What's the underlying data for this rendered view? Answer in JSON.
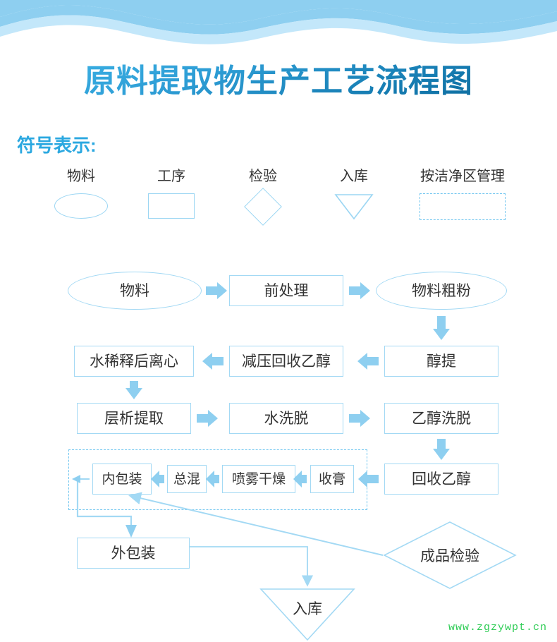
{
  "page": {
    "title": "原料提取物生产工艺流程图",
    "legend_heading": "符号表示:",
    "watermark": "www.zgzywpt.cn",
    "background": "#ffffff"
  },
  "colors": {
    "wave_dark": "#8ecff0",
    "wave_light": "#c3e7fa",
    "title_gradient_from": "#3fb6e8",
    "title_gradient_to": "#0d6593",
    "legend_heading": "#2ba8e0",
    "shape_stroke": "#a3d9f4",
    "dashed_stroke": "#6fc5ef",
    "arrow_fill": "#8ecff0",
    "connector_line": "#a3d9f4",
    "node_text": "#333333",
    "watermark": "#2ecc55"
  },
  "legend": {
    "items": [
      {
        "label": "物料",
        "shape": "ellipse",
        "icon": "ellipse-icon"
      },
      {
        "label": "工序",
        "shape": "rectangle",
        "icon": "rectangle-icon"
      },
      {
        "label": "检验",
        "shape": "diamond",
        "icon": "diamond-icon"
      },
      {
        "label": "入库",
        "shape": "triangle-down",
        "icon": "triangle-down-icon"
      },
      {
        "label": "按洁净区管理",
        "shape": "dashed-rectangle",
        "icon": "dashed-rectangle-icon"
      }
    ]
  },
  "flowchart": {
    "clean_zone_label": "按洁净区管理",
    "nodes": [
      {
        "id": "wl",
        "label": "物料",
        "shape": "ellipse"
      },
      {
        "id": "qcl",
        "label": "前处理",
        "shape": "rectangle"
      },
      {
        "id": "wlcf",
        "label": "物料粗粉",
        "shape": "ellipse"
      },
      {
        "id": "ct",
        "label": "醇提",
        "shape": "rectangle"
      },
      {
        "id": "jyhs",
        "label": "减压回收乙醇",
        "shape": "rectangle"
      },
      {
        "id": "sxsl",
        "label": "水稀释后离心",
        "shape": "rectangle"
      },
      {
        "id": "cxtq",
        "label": "层析提取",
        "shape": "rectangle"
      },
      {
        "id": "sxt",
        "label": "水洗脱",
        "shape": "rectangle"
      },
      {
        "id": "yccxt",
        "label": "乙醇洗脱",
        "shape": "rectangle"
      },
      {
        "id": "hsyc",
        "label": "回收乙醇",
        "shape": "rectangle"
      },
      {
        "id": "sg",
        "label": "收膏",
        "shape": "rectangle"
      },
      {
        "id": "pwgz",
        "label": "喷雾干燥",
        "shape": "rectangle"
      },
      {
        "id": "zh",
        "label": "总混",
        "shape": "rectangle"
      },
      {
        "id": "nbz",
        "label": "内包装",
        "shape": "rectangle"
      },
      {
        "id": "wbz",
        "label": "外包装",
        "shape": "rectangle"
      },
      {
        "id": "cpjy",
        "label": "成品检验",
        "shape": "diamond"
      },
      {
        "id": "rk",
        "label": "入库",
        "shape": "triangle-down"
      }
    ],
    "edges": [
      {
        "from": "wl",
        "to": "qcl",
        "direction": "right"
      },
      {
        "from": "qcl",
        "to": "wlcf",
        "direction": "right"
      },
      {
        "from": "wlcf",
        "to": "ct",
        "direction": "down"
      },
      {
        "from": "ct",
        "to": "jyhs",
        "direction": "left"
      },
      {
        "from": "jyhs",
        "to": "sxsl",
        "direction": "left"
      },
      {
        "from": "sxsl",
        "to": "cxtq",
        "direction": "down"
      },
      {
        "from": "cxtq",
        "to": "sxt",
        "direction": "right"
      },
      {
        "from": "sxt",
        "to": "yccxt",
        "direction": "right"
      },
      {
        "from": "yccxt",
        "to": "hsyc",
        "direction": "down"
      },
      {
        "from": "hsyc",
        "to": "sg",
        "direction": "left"
      },
      {
        "from": "sg",
        "to": "pwgz",
        "direction": "left"
      },
      {
        "from": "pwgz",
        "to": "zh",
        "direction": "left"
      },
      {
        "from": "zh",
        "to": "nbz",
        "direction": "left"
      },
      {
        "from": "nbz",
        "to": "wbz",
        "direction": "left-down-elbow"
      },
      {
        "from": "wbz",
        "to": "rk",
        "direction": "right-down-elbow"
      },
      {
        "from": "cpjy",
        "to": "nbz",
        "direction": "diagonal-up-left"
      }
    ]
  }
}
